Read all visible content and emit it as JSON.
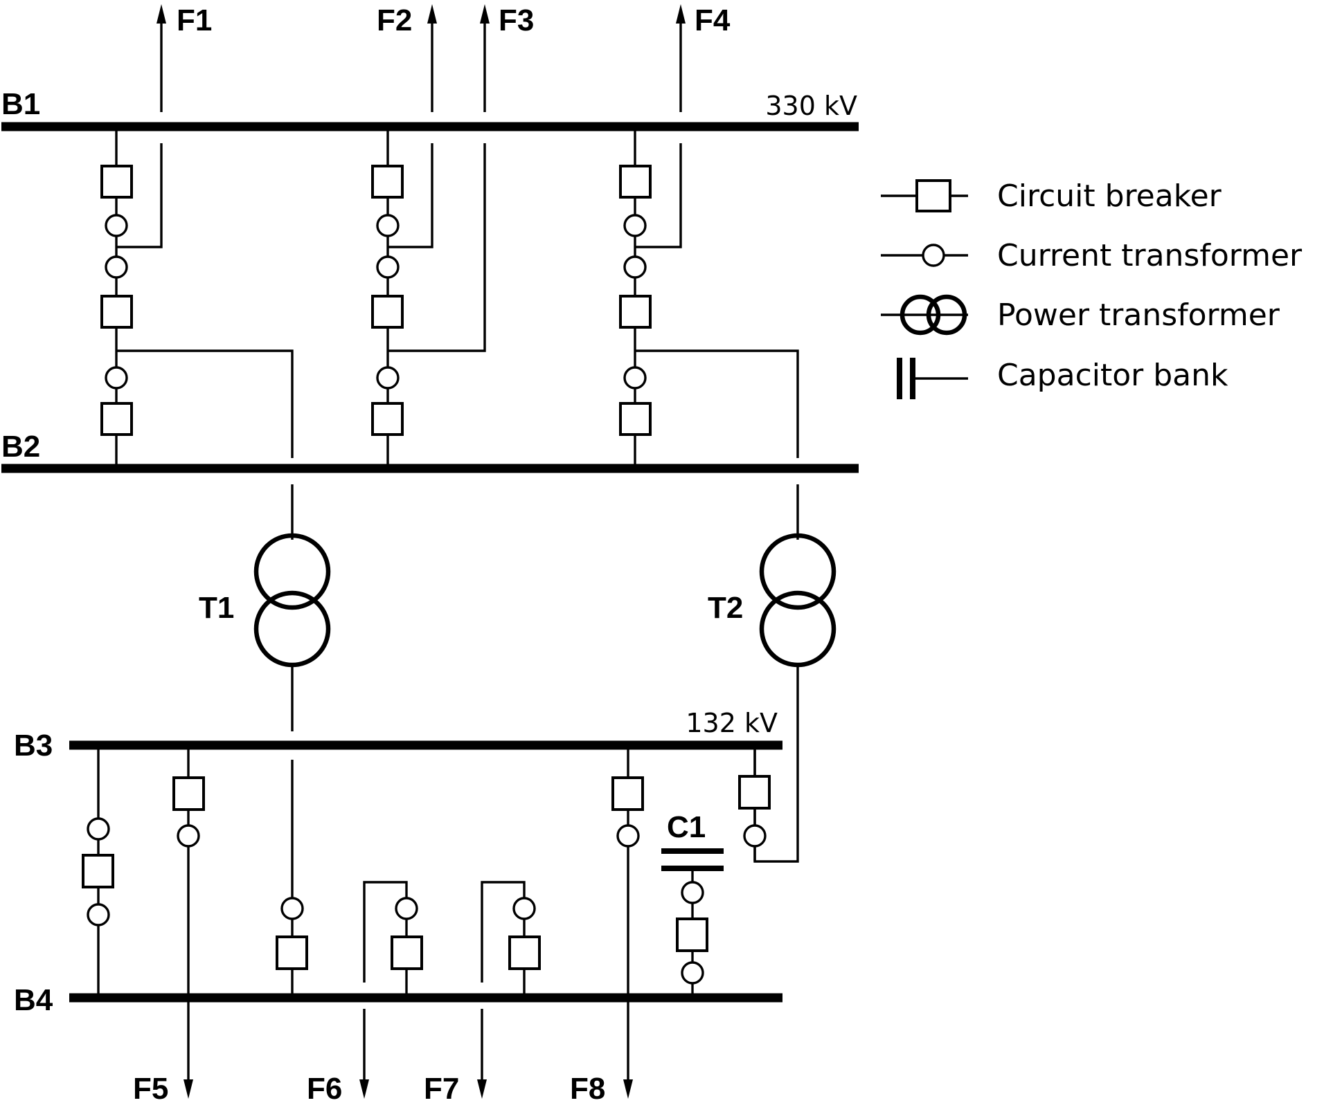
{
  "buses": {
    "b1": "B1",
    "b2": "B2",
    "b3": "B3",
    "b4": "B4"
  },
  "voltages": {
    "high": "330 kV",
    "low": "132 kV"
  },
  "feeders": {
    "f1": "F1",
    "f2": "F2",
    "f3": "F3",
    "f4": "F4",
    "f5": "F5",
    "f6": "F6",
    "f7": "F7",
    "f8": "F8"
  },
  "transformers": {
    "t1": "T1",
    "t2": "T2"
  },
  "capacitor": {
    "c1": "C1"
  },
  "legend": {
    "circuit_breaker": "Circuit breaker",
    "current_transformer": "Current transformer",
    "power_transformer": "Power transformer",
    "capacitor_bank": "Capacitor bank"
  }
}
